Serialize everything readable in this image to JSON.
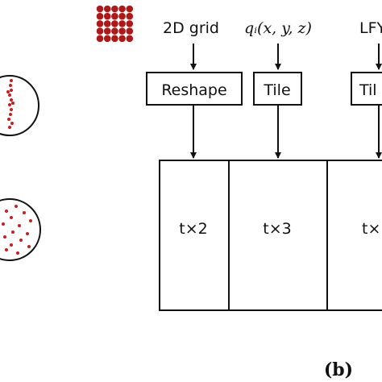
{
  "inputs": {
    "grid_label": "2D grid",
    "query_label": "qᵢ(x, y, z)",
    "lf_label": "LFY"
  },
  "ops": {
    "reshape": "Reshape",
    "tile": "Tile",
    "tile2": "Til"
  },
  "blocks": {
    "block1": "t×2",
    "block2": "t×3",
    "block3": "t×"
  },
  "panel_label": "(b)",
  "colors": {
    "dot": "#c81e1e",
    "grid_dot": "#b01818",
    "stroke": "#111111"
  }
}
